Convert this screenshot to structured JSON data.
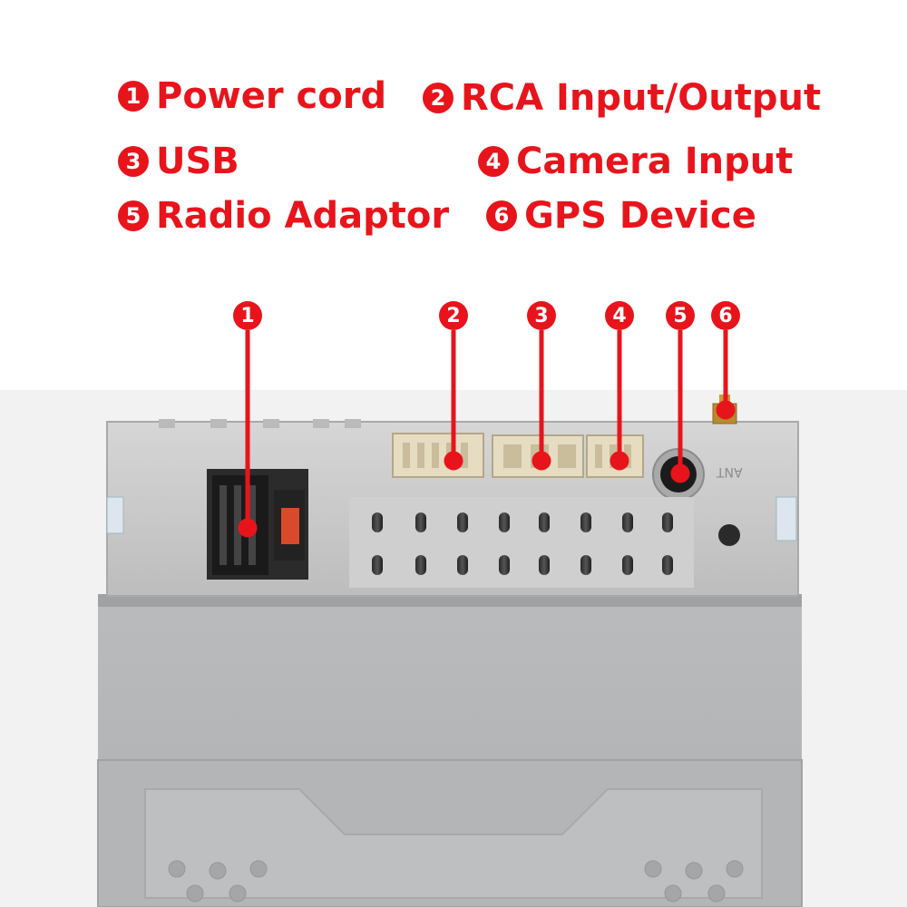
{
  "legend": [
    {
      "num": "1",
      "label": "Power cord"
    },
    {
      "num": "2",
      "label": "RCA Input/Output"
    },
    {
      "num": "3",
      "label": "USB"
    },
    {
      "num": "4",
      "label": "Camera Input"
    },
    {
      "num": "5",
      "label": "Radio  Adaptor"
    },
    {
      "num": "6",
      "label": "GPS Device"
    }
  ],
  "callouts": [
    "1",
    "2",
    "3",
    "4",
    "5",
    "6"
  ],
  "panel_marking": "ANT",
  "colors": {
    "accent": "#e8141c",
    "metal_panel": "#c9c9c9",
    "metal_body": "#b4b6b7"
  }
}
